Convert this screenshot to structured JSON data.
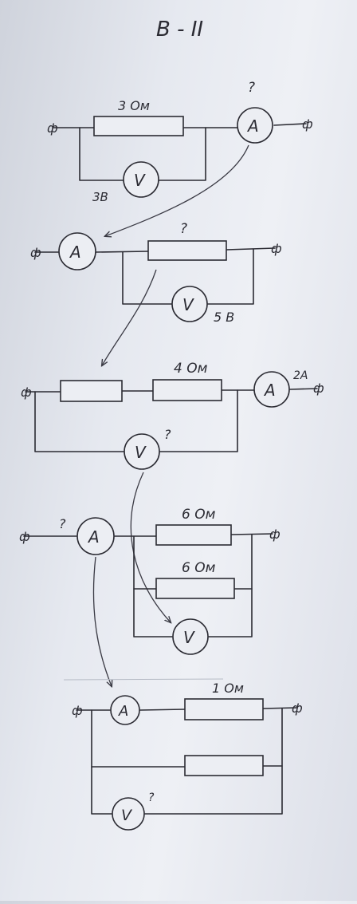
{
  "title": "В - II",
  "meter_letters": {
    "ammeter": "A",
    "voltmeter": "V"
  },
  "circuits": [
    {
      "resistor": "3 Ом",
      "voltage": "3В",
      "unknown": "?"
    },
    {
      "resistor": "?",
      "voltage": "5 В"
    },
    {
      "resistor": "4 Ом",
      "current": "2А",
      "unknown": "?"
    },
    {
      "resistor_1": "6 Ом",
      "resistor_2": "6 Ом",
      "unknown": "?"
    },
    {
      "resistor": "1 Ом",
      "unknown": "?"
    }
  ]
}
